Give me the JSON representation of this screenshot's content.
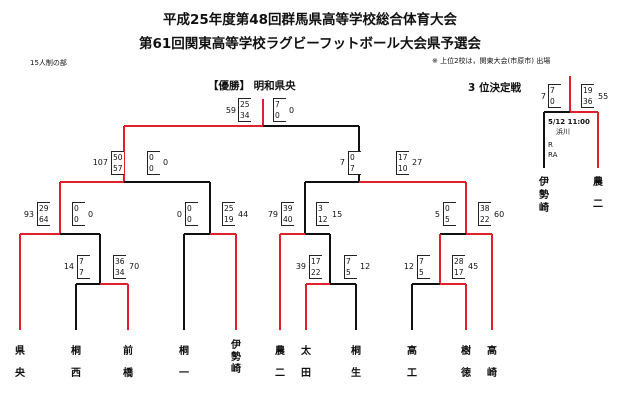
{
  "title_line1": "平成25年度第48回群馬県高等学校総合体育大会",
  "title_line2": "第61回関東高等学校ラグビーフットボール大会県予選会",
  "division": "15人制の部",
  "note": "※ 上位2校は，関東大会(市原市) 出場",
  "champion_label": "【優勝】 明和県央",
  "third_place_label": "3 位決定戦",
  "third_place": {
    "left_total": "7",
    "left_halves": [
      "7",
      "0"
    ],
    "right_total": "55",
    "right_halves": [
      "19",
      "36"
    ],
    "schedule_date": "5/12 11:00",
    "venue": "浜川",
    "referee_line1": "R",
    "referee_line2": "RA",
    "left_team": [
      "伊",
      "勢",
      "崎"
    ],
    "right_team": [
      "農",
      "二"
    ]
  },
  "final": {
    "left_total": "59",
    "left_halves": [
      "25",
      "34"
    ],
    "right_total": "0",
    "right_halves": [
      "7",
      "0"
    ]
  },
  "semifinal_left": {
    "left_total": "107",
    "left_halves": [
      "50",
      "57"
    ],
    "right_total": "0",
    "right_halves": [
      "0",
      "0"
    ]
  },
  "semifinal_right": {
    "left_total": "7",
    "left_halves": [
      "0",
      "7"
    ],
    "right_total": "27",
    "right_halves": [
      "17",
      "10"
    ]
  },
  "quarterfinals": [
    {
      "left_total": "93",
      "left_halves": [
        "29",
        "64"
      ],
      "right_total": "0",
      "right_halves": [
        "0",
        "0"
      ]
    },
    {
      "left_total": "0",
      "left_halves": [
        "0",
        "0"
      ],
      "right_total": "44",
      "right_halves": [
        "25",
        "19"
      ]
    },
    {
      "left_total": "79",
      "left_halves": [
        "39",
        "40"
      ],
      "right_total": "15",
      "right_halves": [
        "3",
        "12"
      ]
    },
    {
      "left_total": "5",
      "left_halves": [
        "0",
        "5"
      ],
      "right_total": "60",
      "right_halves": [
        "38",
        "22"
      ]
    }
  ],
  "first_round": [
    {
      "left_total": "14",
      "left_halves": [
        "7",
        "7"
      ],
      "right_total": "70",
      "right_halves": [
        "36",
        "34"
      ]
    },
    {
      "left_total": "39",
      "left_halves": [
        "17",
        "22"
      ],
      "right_total": "12",
      "right_halves": [
        "7",
        "5"
      ]
    },
    {
      "left_total": "12",
      "left_halves": [
        "7",
        "5"
      ],
      "right_total": "45",
      "right_halves": [
        "28",
        "17"
      ]
    }
  ],
  "teams": [
    {
      "top": "県",
      "bottom": "央",
      "winner": true
    },
    {
      "top": "桐",
      "bottom": "西",
      "winner": false
    },
    {
      "top": "前",
      "bottom": "橋",
      "winner": true
    },
    {
      "top": "桐",
      "bottom": "一",
      "winner": false
    },
    {
      "top": "伊",
      "middle": "勢",
      "bottom": "崎",
      "winner": true
    },
    {
      "top": "農",
      "bottom": "二",
      "winner": true
    },
    {
      "top": "太",
      "bottom": "田",
      "winner": true
    },
    {
      "top": "桐",
      "bottom": "生",
      "winner": false
    },
    {
      "top": "高",
      "bottom": "工",
      "winner": false
    },
    {
      "top": "樹",
      "bottom": "徳",
      "winner": true
    },
    {
      "top": "高",
      "bottom": "崎",
      "winner": true
    }
  ],
  "colors": {
    "winner_line": "#e0202a",
    "loser_line": "#111111",
    "text": "#111111"
  }
}
